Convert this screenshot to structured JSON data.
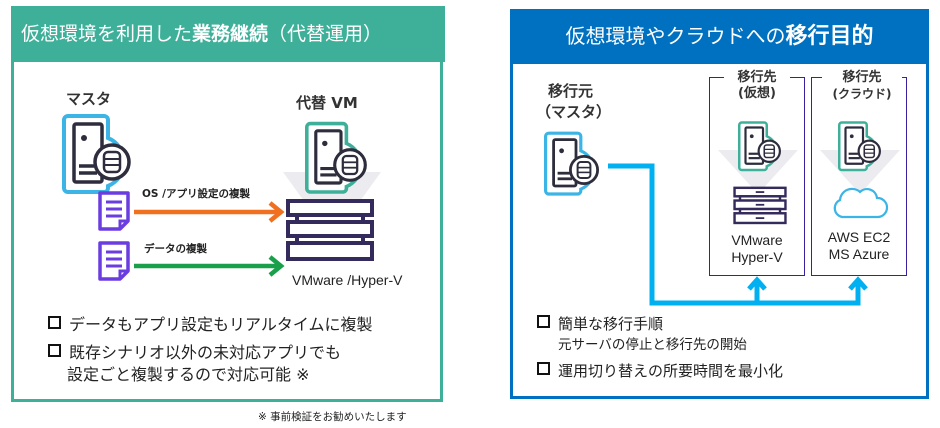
{
  "left_panel": {
    "title_prefix": "仮想環境を利用した",
    "title_bold": "業務継続",
    "title_suffix": "（代替運用）",
    "master_label": "マスタ",
    "alt_vm_label": "代替 VM",
    "flow_os_app": "OS /アプリ設定の複製",
    "flow_data": "データの複製",
    "platform_label": "VMware /Hyper-V",
    "bullets": [
      "データもアプリ設定もリアルタイムに複製",
      "既存シナリオ以外の未対応アプリでも",
      "設定ごと複製するので対応可能 ※"
    ],
    "footnote": "※ 事前検証をお勧めいたします",
    "colors": {
      "accent": "#3eb09a",
      "arrow_os": "#f07020",
      "arrow_data": "#1aa04a"
    }
  },
  "right_panel": {
    "title_prefix": "仮想環境やクラウドへの",
    "title_bold": "移行目的",
    "source_label_1": "移行元",
    "source_label_2": "（マスタ）",
    "dest_virtual": {
      "title_1": "移行先",
      "title_2": "(仮想)",
      "platform_1": "VMware",
      "platform_2": "Hyper-V"
    },
    "dest_cloud": {
      "title_1": "移行先",
      "title_2": "(クラウド)",
      "platform_1": "AWS EC2",
      "platform_2": "MS Azure"
    },
    "bullets": [
      "簡単な移行手順",
      "元サーバの停止と移行先の開始",
      "運用切り替えの所要時間を最小化"
    ],
    "colors": {
      "accent": "#0070c0",
      "connector": "#00b0f0",
      "dest_border": "#3a1f9e"
    }
  }
}
